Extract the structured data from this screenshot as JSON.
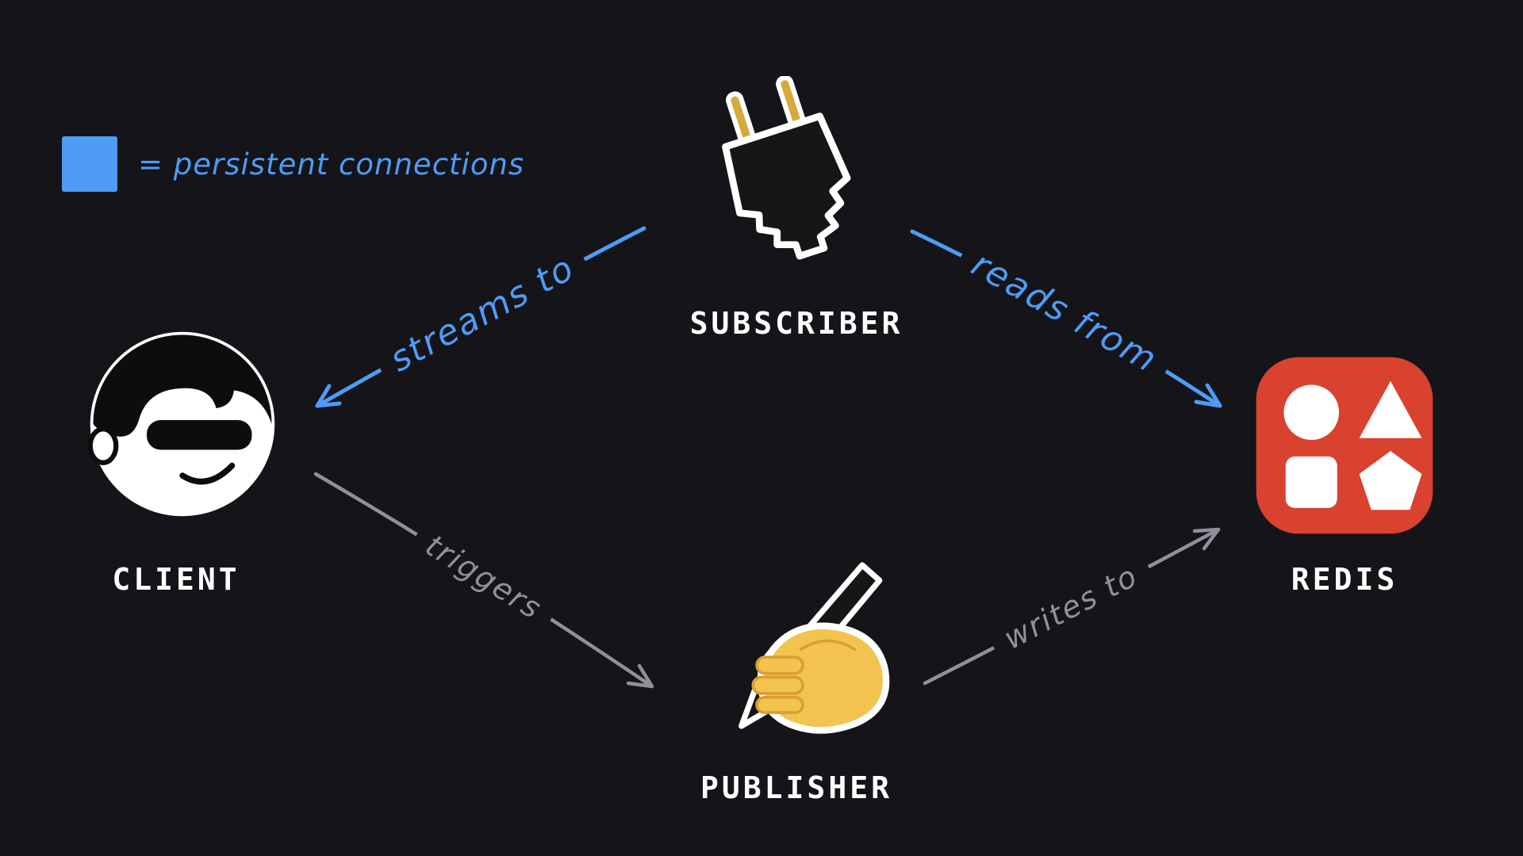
{
  "colors": {
    "background": "#141419",
    "persistent_blue": "#4e9cf5",
    "transient_gray": "#90909a",
    "redis_red": "#d8422f",
    "label_white": "#ffffff",
    "plug_gold": "#d6a93c",
    "hand_yellow": "#f3c34f"
  },
  "legend": {
    "swatch_color": "#4e9cf5",
    "label": "= persistent connections"
  },
  "nodes": {
    "subscriber": {
      "label": "SUBSCRIBER",
      "icon": "plug-icon"
    },
    "client": {
      "label": "CLIENT",
      "icon": "person-sunglasses-avatar-icon"
    },
    "redis": {
      "label": "REDIS",
      "icon": "redis-app-icon"
    },
    "publisher": {
      "label": "PUBLISHER",
      "icon": "writing-hand-icon"
    }
  },
  "edges": [
    {
      "id": "subscriber-to-client",
      "from": "subscriber",
      "to": "client",
      "label": "streams to",
      "color": "#4e9cf5",
      "persistent": true
    },
    {
      "id": "subscriber-to-redis",
      "from": "subscriber",
      "to": "redis",
      "label": "reads from",
      "color": "#4e9cf5",
      "persistent": true
    },
    {
      "id": "client-to-publisher",
      "from": "client",
      "to": "publisher",
      "label": "triggers",
      "color": "#90909a",
      "persistent": false
    },
    {
      "id": "publisher-to-redis",
      "from": "publisher",
      "to": "redis",
      "label": "writes to",
      "color": "#90909a",
      "persistent": false
    }
  ]
}
